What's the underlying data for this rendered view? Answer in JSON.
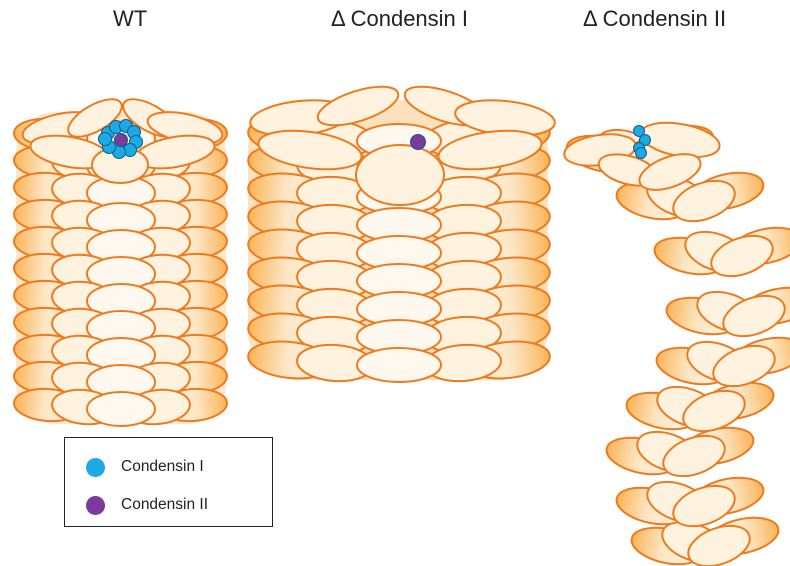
{
  "titles": {
    "wild_type": "WT",
    "delta_condensin_1": "Δ Condensin I",
    "delta_condensin_2": "Δ Condensin II"
  },
  "legend": {
    "items": [
      {
        "label": "Condensin I",
        "color": "#1ca9e6"
      },
      {
        "label": "Condensin II",
        "color": "#7b3a9c"
      }
    ]
  },
  "colors": {
    "loop_fill_light": "#fff3e0",
    "loop_fill_dark": "#f8b050",
    "loop_outline": "#ef7a1e"
  }
}
